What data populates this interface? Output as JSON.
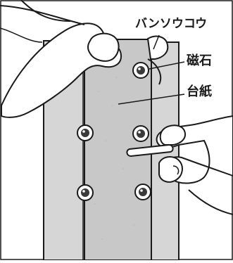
{
  "labels": {
    "bandage": "バンソウコウ",
    "magnet": "磁石",
    "board": "台紙"
  },
  "colors": {
    "background": "#ffffff",
    "board_gray": "#c8c8c8",
    "tube_gray": "#d9d9d9",
    "outline": "#1a1a1a",
    "magnet_fill": "#4a4a4a"
  }
}
